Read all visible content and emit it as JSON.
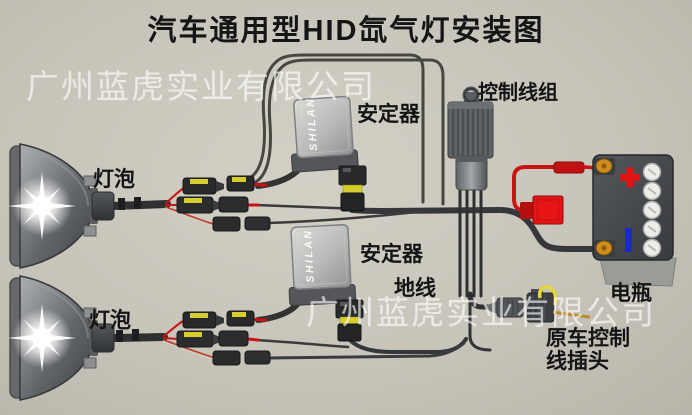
{
  "title": "汽车通用型HID氙气灯安装图",
  "watermark": "广州蓝虎实业有限公司",
  "labels": {
    "bulb": "灯泡",
    "ballast": "安定器",
    "control_harness": "控制线组",
    "ground_wire": "地线",
    "battery": "电瓶",
    "oem_plug_line1": "原车控制",
    "oem_plug_line2": "线插头"
  },
  "brand_on_ballast": "SHILAN",
  "battery_symbols": {
    "positive": "+",
    "negative": "−"
  },
  "colors": {
    "background": "#c7c4ba",
    "wire_dark": "#36373a",
    "wire_red": "#c81414",
    "connector_yellow": "#d6cd2e",
    "fuse_red": "#e61414",
    "battery_body": "#3f4347",
    "battery_plus": "#e21313",
    "battery_minus": "#1c2acb",
    "terminal_orange": "#cf8c1d",
    "ballast_body": "#c3c5c2",
    "watermark_white": "rgba(255,255,255,0.55)"
  }
}
